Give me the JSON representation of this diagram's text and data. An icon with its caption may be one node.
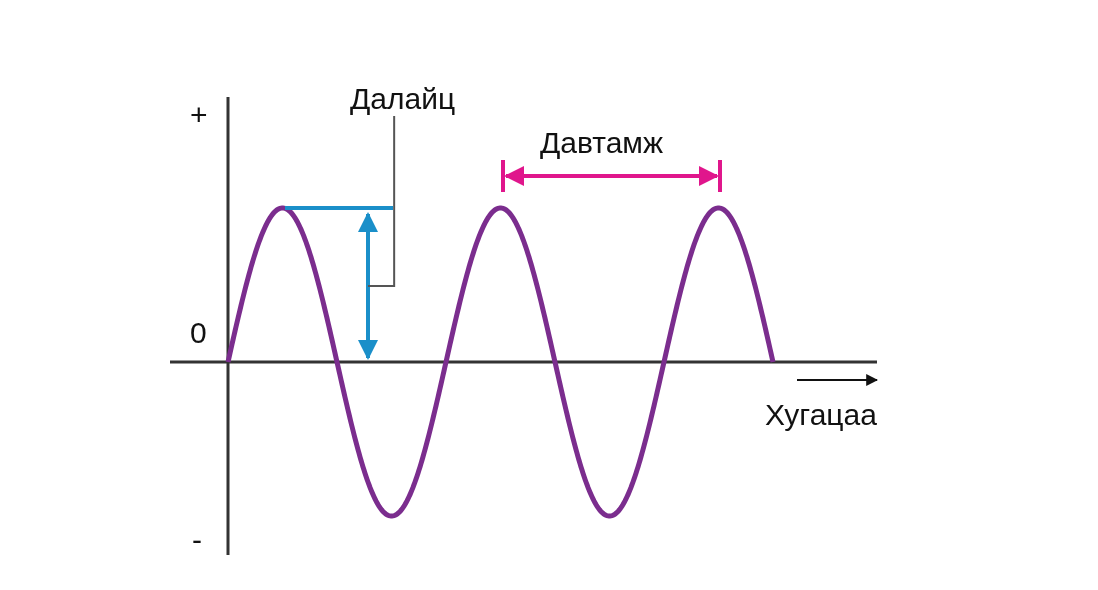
{
  "diagram": {
    "nodes": [
      {
        "text": [
          "Далайц"
        ]
      },
      {
        "text": [],
        "shape": "arrow"
      }
    ],
    "edges": [
      {
        "from": 0,
        "to": 1,
        "arrow": "none"
      }
    ],
    "labels": [
      "+",
      "Давтамж",
      "0",
      "Хугацаа",
      "-"
    ]
  }
}
